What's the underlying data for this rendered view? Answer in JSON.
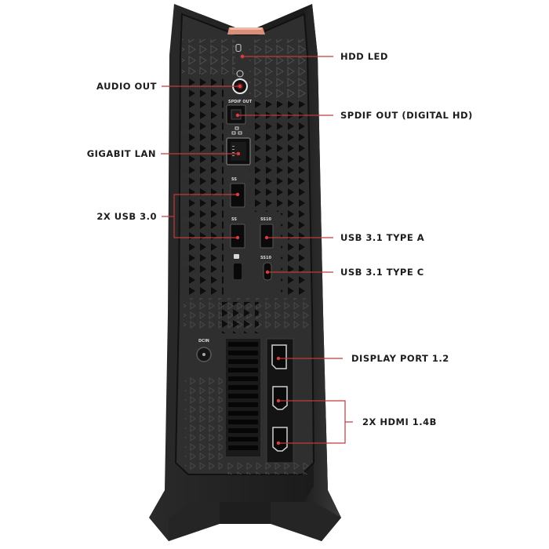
{
  "diagram": {
    "subject": "Desktop tower rear I/O panel",
    "colors": {
      "background": "#ffffff",
      "chassis": "#2b2b2b",
      "chassis_edge": "#1a1a1a",
      "panel": "#333333",
      "accent_copper": "#d8907a",
      "callout_line": "#c0393b",
      "label_text": "#1c1c1c"
    },
    "callouts": [
      {
        "id": "hdd-led",
        "label": "HDD LED",
        "side": "right",
        "icon": "hdd-icon"
      },
      {
        "id": "audio-out",
        "label": "AUDIO OUT",
        "side": "left",
        "icon": "audio-jack-icon"
      },
      {
        "id": "spdif-out",
        "label": "SPDIF OUT (DIGITAL HD)",
        "side": "right",
        "icon": "optical-port-icon"
      },
      {
        "id": "gigabit-lan",
        "label": "GIGABIT LAN",
        "side": "left",
        "icon": "ethernet-port-icon"
      },
      {
        "id": "usb-30",
        "label": "2X USB 3.0",
        "side": "left",
        "icon": "usb-a-port-icon"
      },
      {
        "id": "usb-31-a",
        "label": "USB 3.1 TYPE A",
        "side": "right",
        "icon": "usb-a-port-icon"
      },
      {
        "id": "usb-31-c",
        "label": "USB 3.1 TYPE C",
        "side": "right",
        "icon": "usb-c-port-icon"
      },
      {
        "id": "display-port",
        "label": "DISPLAY PORT 1.2",
        "side": "right",
        "icon": "displayport-icon"
      },
      {
        "id": "hdmi",
        "label": "2X HDMI 1.4B",
        "side": "right",
        "icon": "hdmi-port-icon"
      }
    ],
    "panel_markings": {
      "spdif": "SPDIF OUT",
      "dc_in": "DCIN",
      "usb3_logo": "SS",
      "usb31_logo": "SS10"
    }
  }
}
